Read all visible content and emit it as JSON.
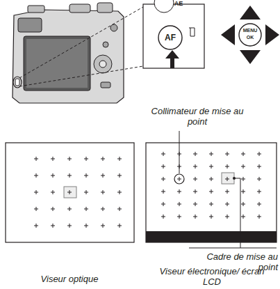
{
  "diagram": {
    "labels": [
      "AE",
      "AF",
      "MENU",
      "OK",
      "Collimateur de mise au point",
      "Cadre de mise au point",
      "Viseur optique",
      "Viseur électronique/ écran LCD"
    ]
  }
}
